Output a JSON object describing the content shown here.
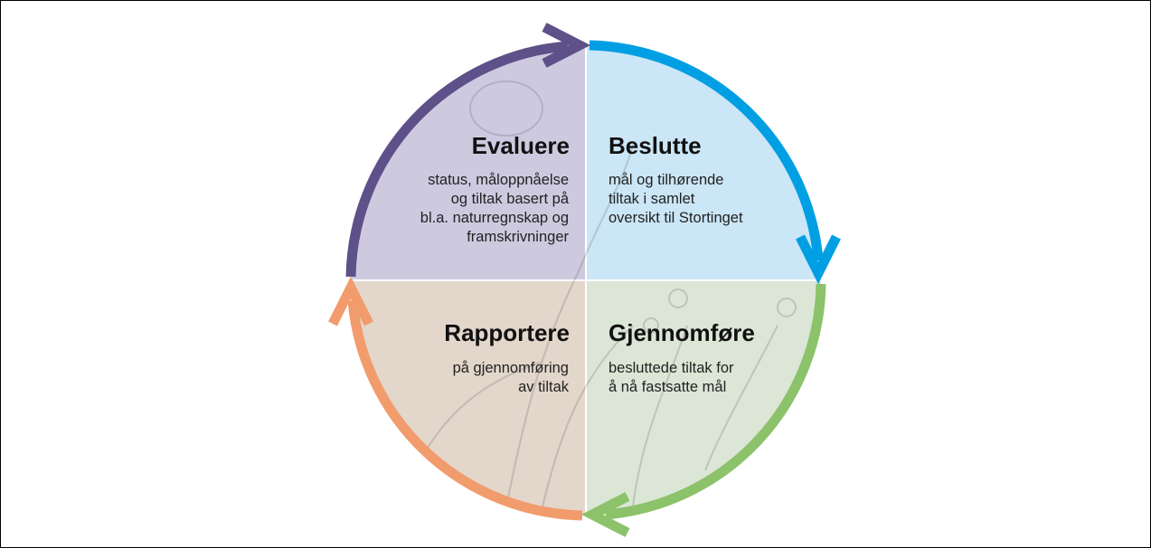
{
  "quadrants": {
    "evaluate": {
      "title": "Evaluere",
      "lines": [
        "status, måloppnåelse",
        "og tiltak basert på",
        "bl.a. naturregnskap og",
        "framskrivninger"
      ],
      "color": "#5e5089",
      "fill": "#cdcae0"
    },
    "decide": {
      "title": "Beslutte",
      "lines": [
        "mål og tilhørende",
        "tiltak i samlet",
        "oversikt til Stortinget"
      ],
      "color": "#009fe3",
      "fill": "#cbe6f6"
    },
    "implement": {
      "title": "Gjennomføre",
      "lines": [
        "besluttede tiltak for",
        "å nå fastsatte mål"
      ],
      "color": "#8cc26a",
      "fill": "#dbe6d6"
    },
    "report": {
      "title": "Rapportere",
      "lines": [
        "på gjennomføring",
        "av tiltak"
      ],
      "color": "#f29b6c",
      "fill": "#e3d6cb"
    }
  }
}
